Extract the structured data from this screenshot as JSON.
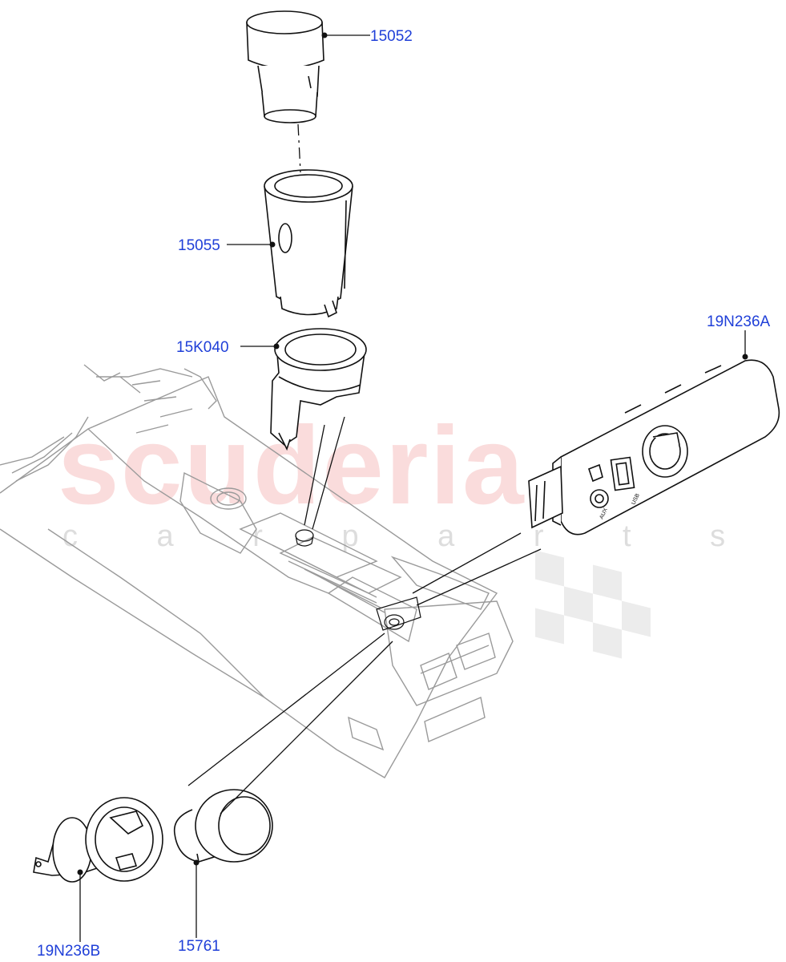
{
  "watermark": {
    "brand": "scuderia",
    "tagline": "c a r   p a r t s",
    "color": "#e22828"
  },
  "callouts": [
    {
      "id": "15052",
      "text": "15052"
    },
    {
      "id": "15055",
      "text": "15055"
    },
    {
      "id": "15K040",
      "text": "15K040"
    },
    {
      "id": "19N236A",
      "text": "19N236A"
    },
    {
      "id": "19N236B",
      "text": "19N236B"
    },
    {
      "id": "15761",
      "text": "15761"
    }
  ],
  "panel_labels": {
    "aux": "AUX",
    "usb": "USB"
  },
  "colors": {
    "callout_text": "#1f3fd8",
    "line_art": "#111111",
    "background_art": "#9a9a9a"
  }
}
